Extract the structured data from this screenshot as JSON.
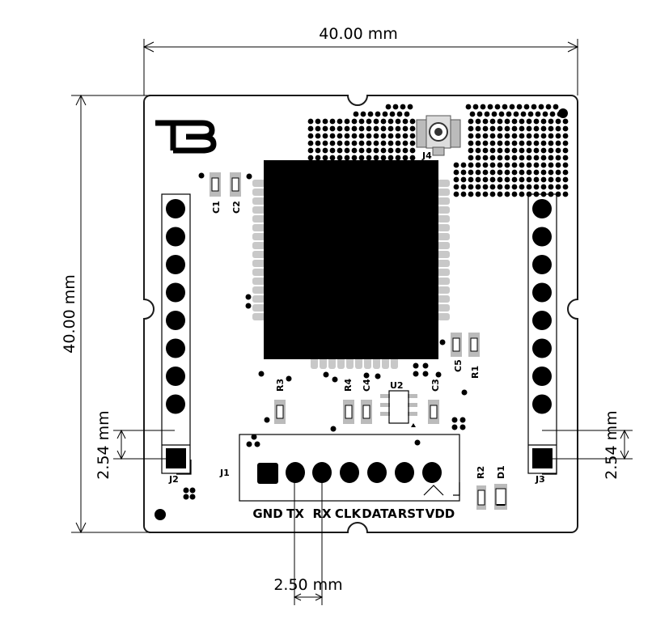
{
  "dimensions": {
    "width": "40.00 mm",
    "height": "40.00 mm",
    "pitch_left": "2.54 mm",
    "pitch_right": "2.54 mm",
    "pitch_bottom": "2.50 mm"
  },
  "references": {
    "c1": "C1",
    "c2": "C2",
    "c3": "C3",
    "c4": "C4",
    "c5": "C5",
    "r1": "R1",
    "r2": "R2",
    "r3": "R3",
    "r4": "R4",
    "d1": "D1",
    "u2": "U2",
    "j1": "J1",
    "j2": "J2",
    "j3": "J3",
    "j4": "J4"
  },
  "connector_pins": [
    "GND",
    "TX",
    "RX",
    "CLK",
    "DATA",
    "RST",
    "VDD"
  ]
}
